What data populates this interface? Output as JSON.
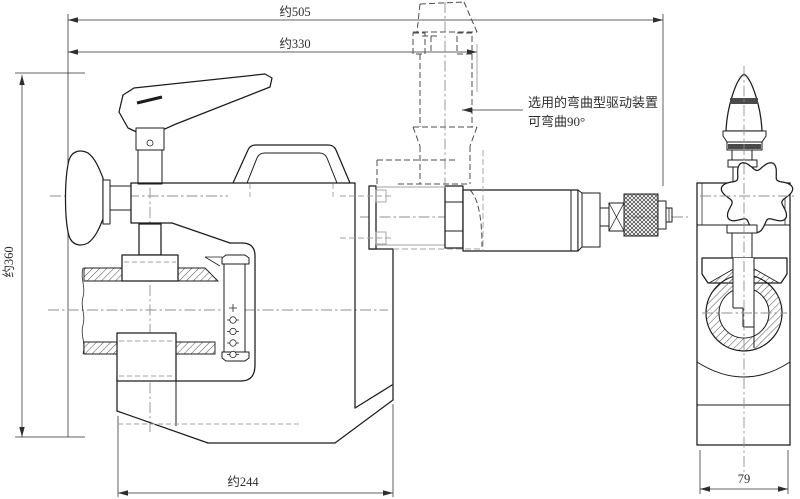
{
  "drawing": {
    "dimensions": {
      "overall_length": "约505",
      "body_length": "约330",
      "overall_height": "约360",
      "base_length": "约244",
      "side_width": "79"
    },
    "annotation": {
      "line1": "选用的弯曲型驱动装置",
      "line2": "可弯曲90°"
    },
    "colors": {
      "background": "#ffffff",
      "line": "#1c1c1c",
      "dim": "#2e2e2e",
      "centerline": "#8f8f8f",
      "phantom": "#4d4d4d",
      "aux": "#a0a0a0",
      "hatch": "#5a5a5a",
      "dark_fill": "#4a4a4a"
    }
  }
}
